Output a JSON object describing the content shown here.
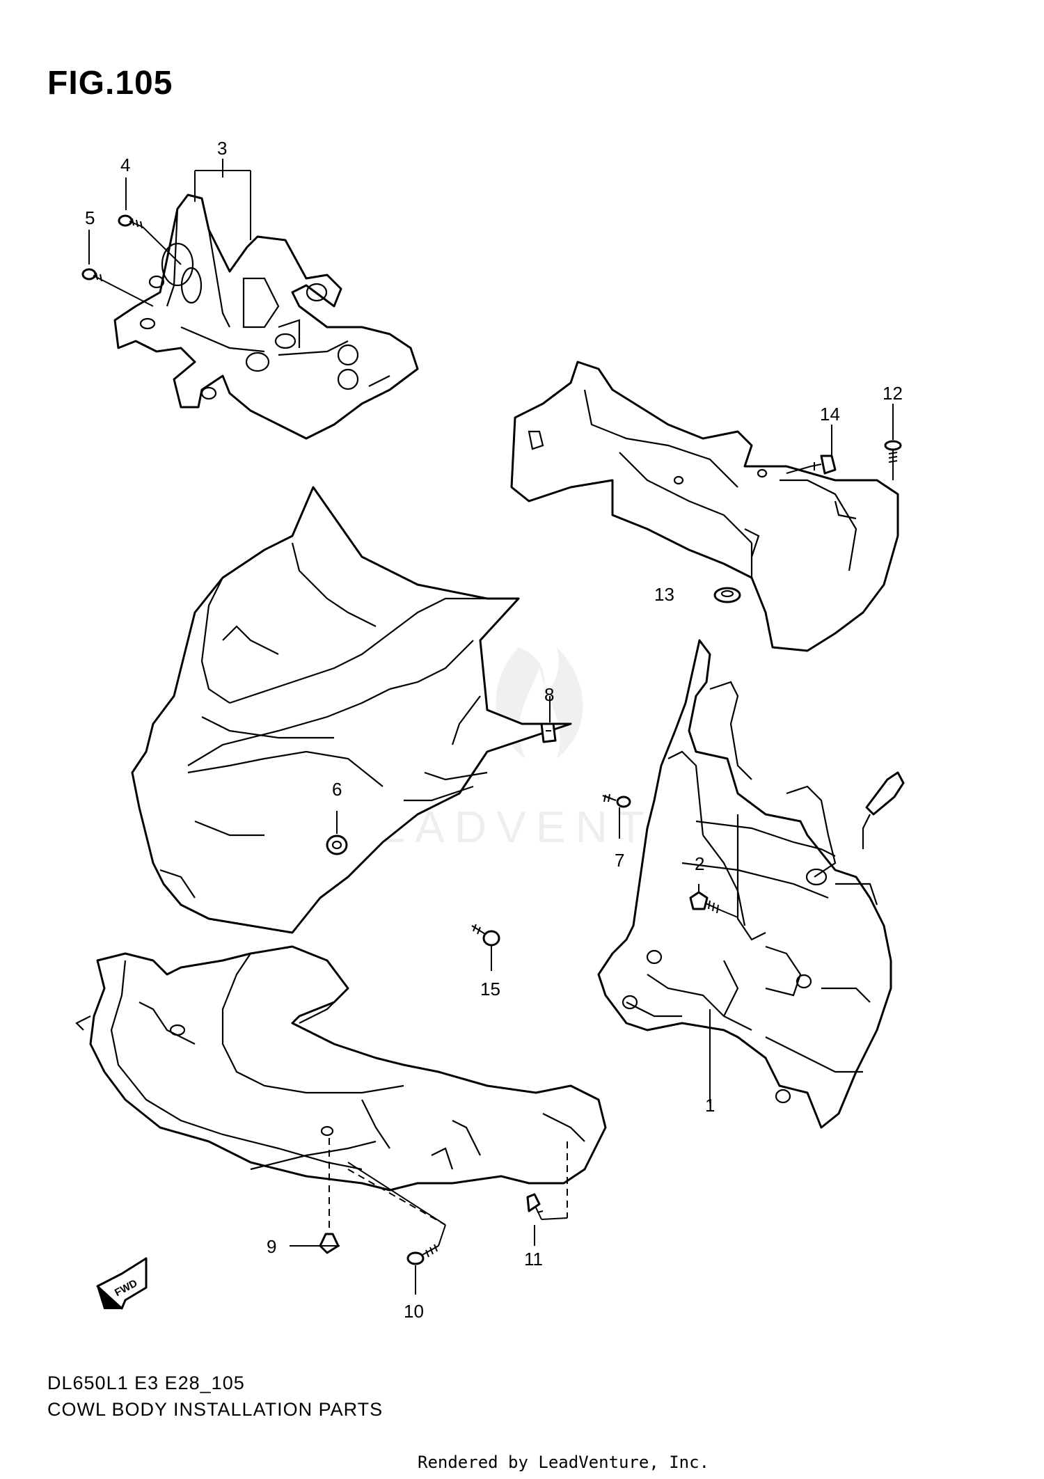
{
  "figure": {
    "title": "FIG.105"
  },
  "callouts": [
    {
      "id": "1",
      "label": "1"
    },
    {
      "id": "2",
      "label": "2"
    },
    {
      "id": "3",
      "label": "3"
    },
    {
      "id": "4",
      "label": "4"
    },
    {
      "id": "5",
      "label": "5"
    },
    {
      "id": "6",
      "label": "6"
    },
    {
      "id": "7",
      "label": "7"
    },
    {
      "id": "8",
      "label": "8"
    },
    {
      "id": "9",
      "label": "9"
    },
    {
      "id": "10",
      "label": "10"
    },
    {
      "id": "11",
      "label": "11"
    },
    {
      "id": "12",
      "label": "12"
    },
    {
      "id": "13",
      "label": "13"
    },
    {
      "id": "14",
      "label": "14"
    },
    {
      "id": "15",
      "label": "15"
    }
  ],
  "fwd_arrow": {
    "label": "FWD"
  },
  "watermark": {
    "text": "LEADVENTURE"
  },
  "footer": {
    "model_code": "DL650L1 E3 E28_105",
    "section_title": "COWL BODY INSTALLATION PARTS",
    "rendered_by": "Rendered by LeadVenture, Inc."
  }
}
